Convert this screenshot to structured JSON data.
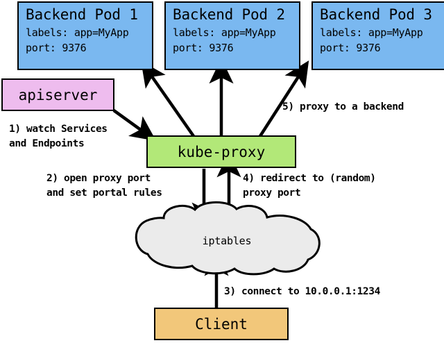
{
  "diagram": {
    "title": "kube-proxy services diagram",
    "colors": {
      "pod_fill": "#7ab8f0",
      "apiserver_fill": "#eebcee",
      "kubeproxy_fill": "#b2e878",
      "client_fill": "#f2c77a",
      "cloud_fill": "#ebebeb",
      "stroke": "#000000"
    },
    "pods": [
      {
        "title": "Backend Pod 1",
        "labels_line": "labels: app=MyApp",
        "port_line": "port: 9376"
      },
      {
        "title": "Backend Pod 2",
        "labels_line": "labels: app=MyApp",
        "port_line": "port: 9376"
      },
      {
        "title": "Backend Pod 3",
        "labels_line": "labels: app=MyApp",
        "port_line": "port: 9376"
      }
    ],
    "apiserver": {
      "label": "apiserver"
    },
    "kubeproxy": {
      "label": "kube-proxy"
    },
    "iptables": {
      "label": "iptables"
    },
    "client": {
      "label": "Client"
    },
    "annotations": [
      {
        "id": "step-1",
        "line1": "1) watch Services",
        "line2": "and Endpoints"
      },
      {
        "id": "step-2",
        "line1": "2) open proxy port",
        "line2": "and set portal rules"
      },
      {
        "id": "step-3",
        "line1": "3) connect to 10.0.0.1:1234",
        "line2": ""
      },
      {
        "id": "step-4",
        "line1": "4) redirect to (random)",
        "line2": "proxy port"
      },
      {
        "id": "step-5",
        "line1": "5) proxy to a backend",
        "line2": ""
      }
    ]
  }
}
